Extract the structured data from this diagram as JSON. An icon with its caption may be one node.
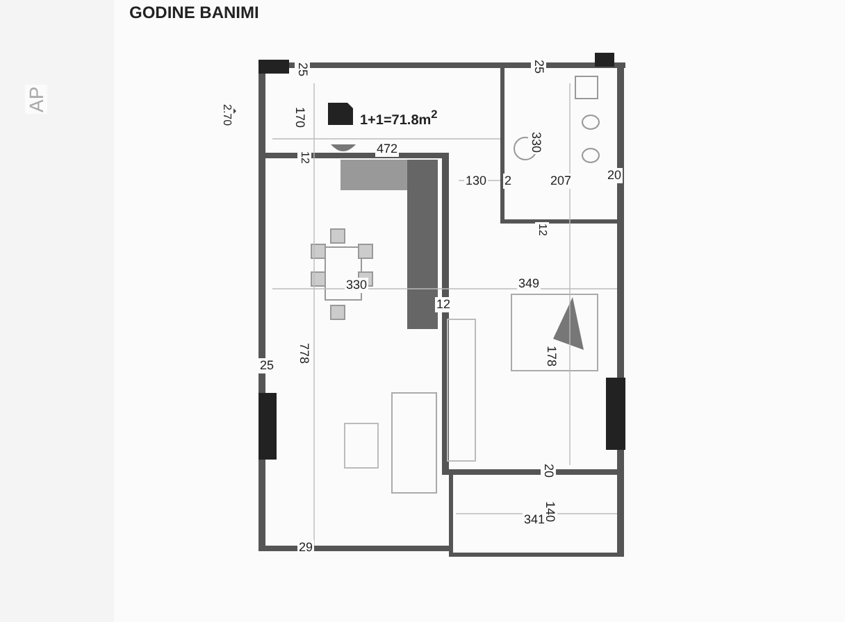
{
  "diagram": {
    "title": "GODINE BANIMI",
    "labels": [
      "AP",
      "25",
      "25",
      "2.70",
      "170",
      "1+1=71.8m$^{2}$",
      "472",
      "330",
      "12",
      "130",
      "2",
      "207",
      "20",
      "12",
      "330",
      "349",
      "12",
      "778",
      "178",
      "25",
      "20",
      "140",
      "341",
      "29"
    ]
  }
}
